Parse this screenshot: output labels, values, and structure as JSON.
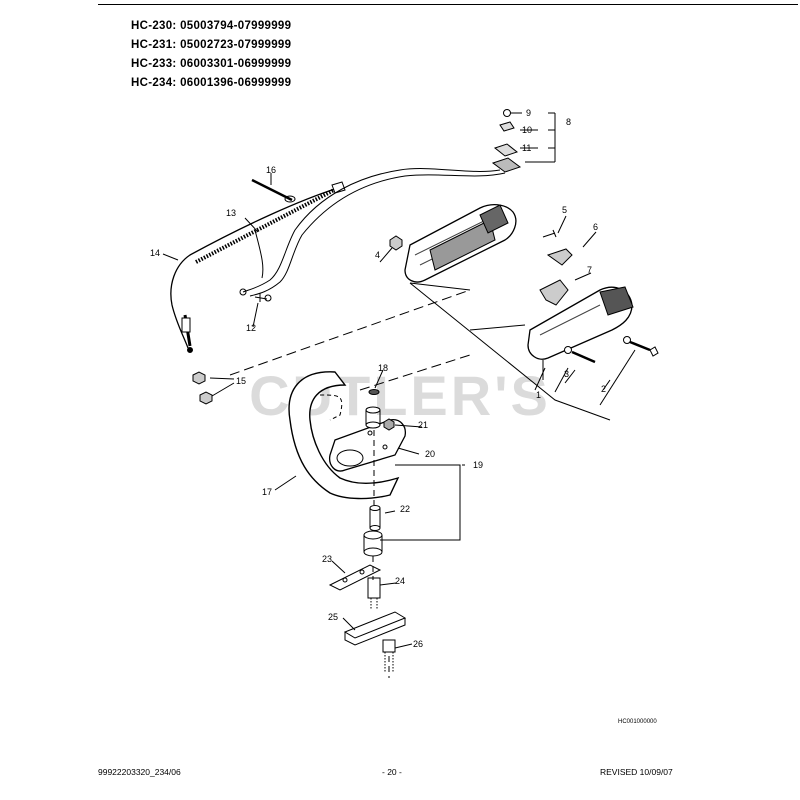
{
  "models": [
    {
      "model": "HC-230:",
      "range": "05003794-07999999"
    },
    {
      "model": "HC-231:",
      "range": "05002723-07999999"
    },
    {
      "model": "HC-233:",
      "range": "06003301-06999999"
    },
    {
      "model": "HC-234:",
      "range": "06001396-06999999"
    }
  ],
  "watermark": "CUTLER'S",
  "callouts": [
    "1",
    "2",
    "3",
    "4",
    "5",
    "6",
    "7",
    "8",
    "9",
    "10",
    "11",
    "12",
    "13",
    "14",
    "15",
    "16",
    "17",
    "18",
    "19",
    "20",
    "21",
    "22",
    "23",
    "24",
    "25",
    "26"
  ],
  "drawing_code": "HC001000000",
  "footer": {
    "doc_number": "99922203320_234/06",
    "page": "- 20 -",
    "revised": "REVISED 10/09/07"
  }
}
